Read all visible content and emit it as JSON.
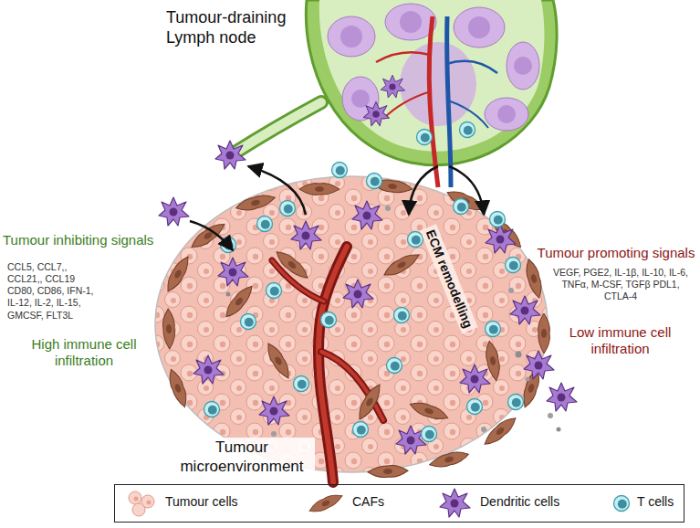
{
  "diagram": {
    "nodes": [
      {
        "text": [
          "Tumour-draining Lymph node"
        ]
      },
      {
        "text": [
          "Tumour microenvironment"
        ]
      }
    ],
    "edges": [
      {
        "from": 1,
        "to": 0,
        "arrow": "to"
      },
      {
        "from": 0,
        "to": 1,
        "arrow": "to"
      },
      {
        "from": 0,
        "to": 1,
        "arrow": "to"
      }
    ],
    "labels": [
      "Tumour inhibiting signals",
      "CCL5, CCL7,, CCL21,, CCL19 CD80, CD86, IFN-1, IL-12, IL-2, IL-15, GMCSF, FLT3L",
      "High immune cell infiltration",
      "ECM remodelling",
      "Tumour promoting signals",
      "VEGF, PGE2, IL-1β, IL-10, IL-6, TNFα, M-CSF, TGFβ PDL1, CTLA-4",
      "Low immune cell infiltration"
    ],
    "legend": [
      {
        "text": "Tumour cells"
      },
      {
        "text": "CAFs"
      },
      {
        "text": "Dendritic cells"
      },
      {
        "text": "T cells"
      }
    ]
  }
}
